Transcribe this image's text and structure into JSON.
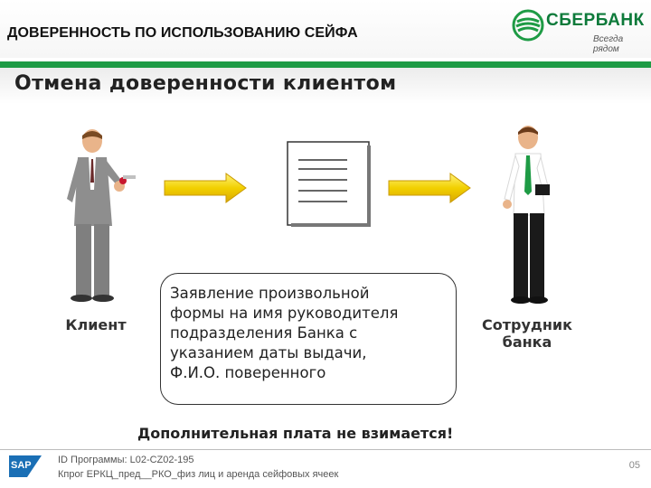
{
  "header": {
    "title": "ДОВЕРЕННОСТЬ ПО ИСПОЛЬЗОВАНИЮ СЕЙФА",
    "logo_name": "СБЕРБАНК",
    "logo_slogan": "Всегда рядом"
  },
  "slide": {
    "subtitle": "Отмена доверенности клиентом",
    "client_label": "Клиент",
    "employee_label_line1": "Сотрудник",
    "employee_label_line2": "банка",
    "description_lines": [
      "Заявление произвольной",
      "формы на имя руководителя",
      "подразделения Банка с",
      "указанием даты выдачи,",
      "Ф.И.О. поверенного"
    ],
    "note": "Дополнительная плата не взимается!"
  },
  "footer": {
    "sap_label": "SAP",
    "program_id": "ID Программы: L02-CZ02-195",
    "course": "Кпрог ЕРКЦ_пред__РКО_физ лиц и аренда сейфовых ячеек",
    "page_number": "05"
  },
  "colors": {
    "brand_green": "#1e9b45",
    "arrow_yellow": "#f2d000",
    "sap_blue": "#1a6fb5"
  }
}
